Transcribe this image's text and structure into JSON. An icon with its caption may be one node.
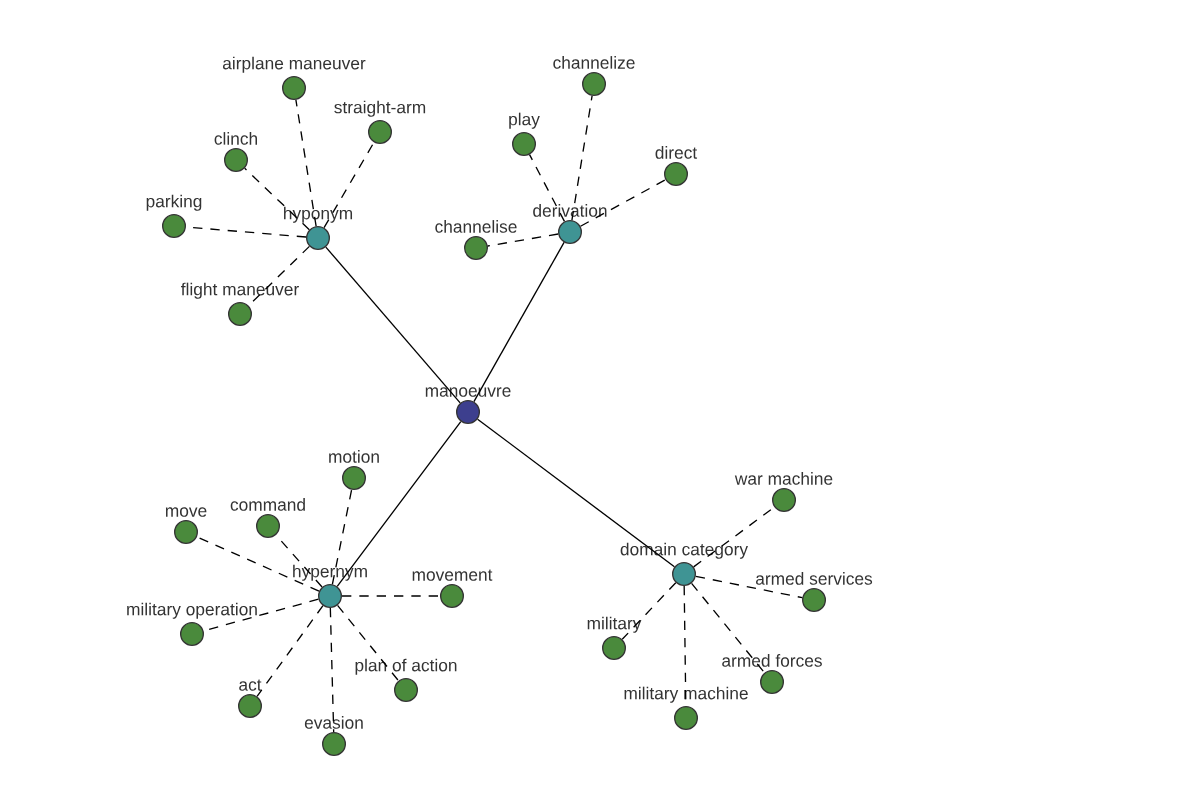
{
  "diagram": {
    "nodes": [
      {
        "text": [
          "manoeuvre"
        ]
      },
      {
        "text": [
          "hyponym"
        ]
      },
      {
        "text": [
          "derivation"
        ]
      },
      {
        "text": [
          "hypernym"
        ]
      },
      {
        "text": [
          "domain category"
        ]
      },
      {
        "text": [
          "airplane maneuver"
        ]
      },
      {
        "text": [
          "straight-arm"
        ]
      },
      {
        "text": [
          "clinch"
        ]
      },
      {
        "text": [
          "parking"
        ]
      },
      {
        "text": [
          "flight maneuver"
        ]
      },
      {
        "text": [
          "channelize"
        ]
      },
      {
        "text": [
          "play"
        ]
      },
      {
        "text": [
          "direct"
        ]
      },
      {
        "text": [
          "channelise"
        ]
      },
      {
        "text": [
          "motion"
        ]
      },
      {
        "text": [
          "move"
        ]
      },
      {
        "text": [
          "command"
        ]
      },
      {
        "text": [
          "movement"
        ]
      },
      {
        "text": [
          "military operation"
        ]
      },
      {
        "text": [
          "act"
        ]
      },
      {
        "text": [
          "plan of action"
        ]
      },
      {
        "text": [
          "evasion"
        ]
      },
      {
        "text": [
          "war machine"
        ]
      },
      {
        "text": [
          "armed services"
        ]
      },
      {
        "text": [
          "military"
        ]
      },
      {
        "text": [
          "armed forces"
        ]
      },
      {
        "text": [
          "military machine"
        ]
      }
    ],
    "edges": [
      {
        "from": 0,
        "to": 1,
        "arrow": "none"
      },
      {
        "from": 0,
        "to": 2,
        "arrow": "none"
      },
      {
        "from": 0,
        "to": 3,
        "arrow": "none"
      },
      {
        "from": 0,
        "to": 4,
        "arrow": "none"
      },
      {
        "from": 1,
        "to": 5,
        "arrow": "none",
        "style": "dashed"
      },
      {
        "from": 1,
        "to": 6,
        "arrow": "none",
        "style": "dashed"
      },
      {
        "from": 1,
        "to": 7,
        "arrow": "none",
        "style": "dashed"
      },
      {
        "from": 1,
        "to": 8,
        "arrow": "none",
        "style": "dashed"
      },
      {
        "from": 1,
        "to": 9,
        "arrow": "none",
        "style": "dashed"
      },
      {
        "from": 2,
        "to": 10,
        "arrow": "none",
        "style": "dashed"
      },
      {
        "from": 2,
        "to": 11,
        "arrow": "none",
        "style": "dashed"
      },
      {
        "from": 2,
        "to": 12,
        "arrow": "none",
        "style": "dashed"
      },
      {
        "from": 2,
        "to": 13,
        "arrow": "none",
        "style": "dashed"
      },
      {
        "from": 3,
        "to": 14,
        "arrow": "none",
        "style": "dashed"
      },
      {
        "from": 3,
        "to": 15,
        "arrow": "none",
        "style": "dashed"
      },
      {
        "from": 3,
        "to": 16,
        "arrow": "none",
        "style": "dashed"
      },
      {
        "from": 3,
        "to": 17,
        "arrow": "none",
        "style": "dashed"
      },
      {
        "from": 3,
        "to": 18,
        "arrow": "none",
        "style": "dashed"
      },
      {
        "from": 3,
        "to": 19,
        "arrow": "none",
        "style": "dashed"
      },
      {
        "from": 3,
        "to": 20,
        "arrow": "none",
        "style": "dashed"
      },
      {
        "from": 3,
        "to": 21,
        "arrow": "none",
        "style": "dashed"
      },
      {
        "from": 4,
        "to": 22,
        "arrow": "none",
        "style": "dashed"
      },
      {
        "from": 4,
        "to": 23,
        "arrow": "none",
        "style": "dashed"
      },
      {
        "from": 4,
        "to": 24,
        "arrow": "none",
        "style": "dashed"
      },
      {
        "from": 4,
        "to": 25,
        "arrow": "none",
        "style": "dashed"
      },
      {
        "from": 4,
        "to": 26,
        "arrow": "none",
        "style": "dashed"
      }
    ]
  }
}
